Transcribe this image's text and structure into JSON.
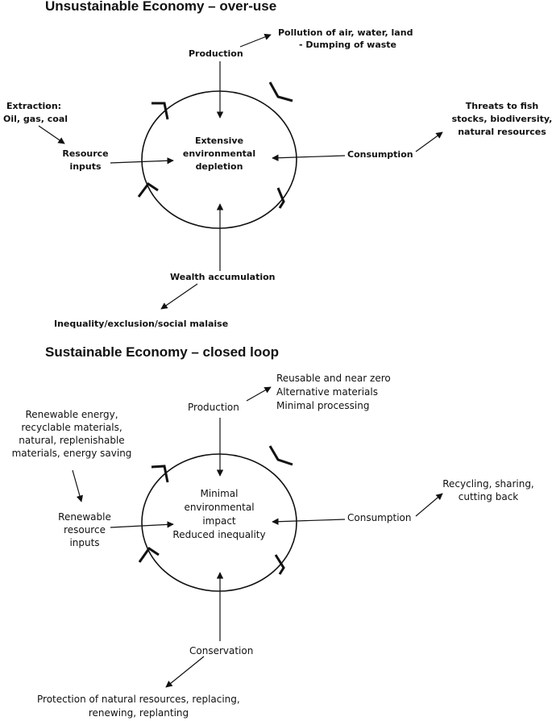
{
  "top": {
    "title": "Unsustainable Economy – over-use",
    "production": "Production",
    "production_note_1": "Pollution of air, water, land",
    "production_note_2": "-    Dumping of waste",
    "extraction_1": "Extraction:",
    "extraction_2": "Oil, gas, coal",
    "inputs_1": "Resource",
    "inputs_2": "inputs",
    "center_1": "Extensive",
    "center_2": "environmental",
    "center_3": "depletion",
    "consumption": "Consumption",
    "threats_1": "Threats to fish",
    "threats_2": "stocks, biodiversity,",
    "threats_3": "natural resources",
    "wealth": "Wealth accumulation",
    "inequality": "Inequality/exclusion/social malaise"
  },
  "bottom": {
    "title": "Sustainable Economy – closed loop",
    "production": "Production",
    "production_note_1": "Reusable and near zero",
    "production_note_2": "Alternative materials",
    "production_note_3": "Minimal processing",
    "energy_1": "Renewable energy,",
    "energy_2": "recyclable materials,",
    "energy_3": "natural, replenishable",
    "energy_4": "materials, energy saving",
    "inputs_1": "Renewable",
    "inputs_2": "resource",
    "inputs_3": "inputs",
    "center_1": "Minimal",
    "center_2": "environmental",
    "center_3": "impact",
    "center_4": "Reduced inequality",
    "consumption": "Consumption",
    "recycling_1": "Recycling, sharing,",
    "recycling_2": "cutting back",
    "conservation": "Conservation",
    "protection_1": "Protection of natural resources, replacing,",
    "protection_2": "renewing, replanting"
  }
}
